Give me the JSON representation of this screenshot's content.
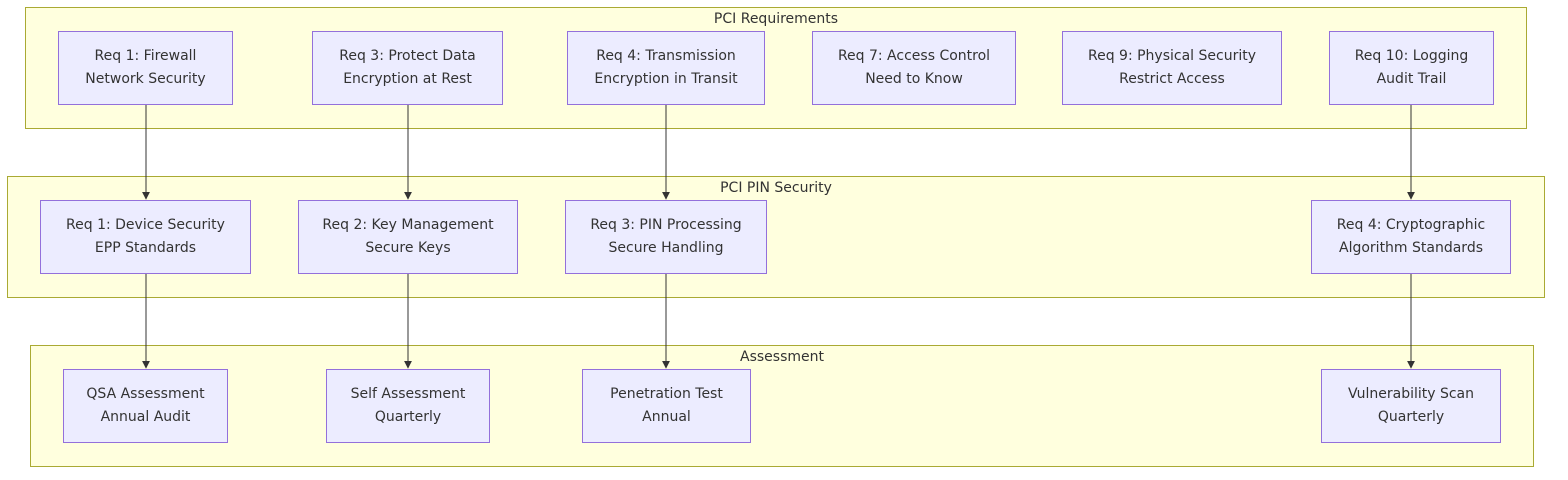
{
  "clusters": {
    "pci_requirements": "PCI Requirements",
    "pci_pin_security": "PCI PIN Security",
    "assessment": "Assessment"
  },
  "nodes": {
    "req1_firewall": [
      "Req 1: Firewall",
      "Network Security"
    ],
    "req3_protect": [
      "Req 3: Protect Data",
      "Encryption at Rest"
    ],
    "req4_transmission": [
      "Req 4: Transmission",
      "Encryption in Transit"
    ],
    "req7_access": [
      "Req 7: Access Control",
      "Need to Know"
    ],
    "req9_physical": [
      "Req 9: Physical Security",
      "Restrict Access"
    ],
    "req10_logging": [
      "Req 10: Logging",
      "Audit Trail"
    ],
    "pin1_device": [
      "Req 1: Device Security",
      "EPP Standards"
    ],
    "pin2_key": [
      "Req 2: Key Management",
      "Secure Keys"
    ],
    "pin3_processing": [
      "Req 3: PIN Processing",
      "Secure Handling"
    ],
    "pin4_crypto": [
      "Req 4: Cryptographic",
      "Algorithm Standards"
    ],
    "qsa": [
      "QSA Assessment",
      "Annual Audit"
    ],
    "self_assessment": [
      "Self Assessment",
      "Quarterly"
    ],
    "pentest": [
      "Penetration Test",
      "Annual"
    ],
    "vuln_scan": [
      "Vulnerability Scan",
      "Quarterly"
    ]
  },
  "edges": [
    {
      "from": "req1_firewall",
      "to": "pin1_device"
    },
    {
      "from": "req3_protect",
      "to": "pin2_key"
    },
    {
      "from": "req4_transmission",
      "to": "pin3_processing"
    },
    {
      "from": "req10_logging",
      "to": "pin4_crypto"
    },
    {
      "from": "pin1_device",
      "to": "qsa"
    },
    {
      "from": "pin2_key",
      "to": "self_assessment"
    },
    {
      "from": "pin3_processing",
      "to": "pentest"
    },
    {
      "from": "pin4_crypto",
      "to": "vuln_scan"
    }
  ],
  "colors": {
    "node_fill": "#ececff",
    "node_border": "#9370db",
    "cluster_fill": "#ffffde",
    "cluster_border": "#aaaa33",
    "edge": "#333333"
  }
}
